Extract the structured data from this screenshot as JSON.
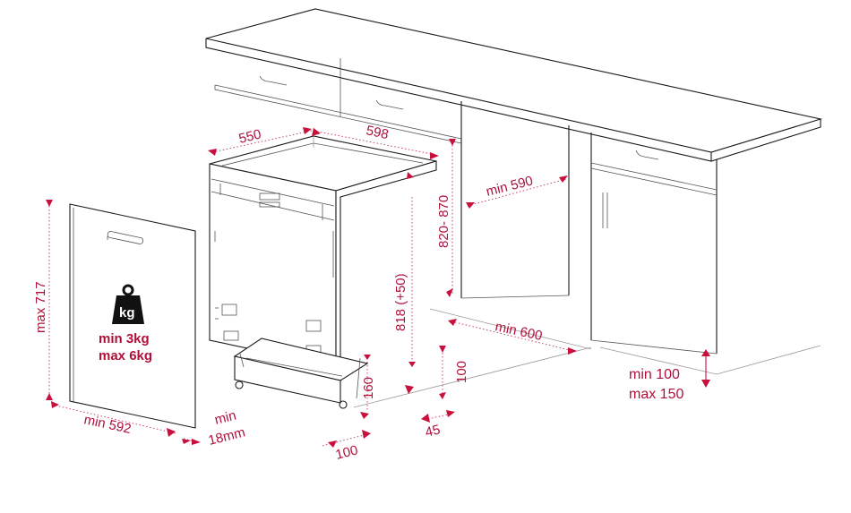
{
  "dimensions": {
    "d550": "550",
    "d598": "598",
    "min590": "min 590",
    "d820_870": "820- 870",
    "max717": "max 717",
    "min592": "min 592",
    "min18_line1": "min",
    "min18_line2": "18mm",
    "d818": "818 (+50)",
    "min600": "min 600",
    "d160": "160",
    "d100_right": "100",
    "d45": "45",
    "d100_bottom": "100",
    "min100": "min 100",
    "max150": "max 150"
  },
  "weight": {
    "icon_label": "kg",
    "min_line": "min  3kg",
    "max_line": "max 6kg"
  },
  "colors": {
    "accent": "#c8103c",
    "line": "#1a1a1a"
  },
  "icons": [
    "weight-icon",
    "arrow-marker"
  ]
}
